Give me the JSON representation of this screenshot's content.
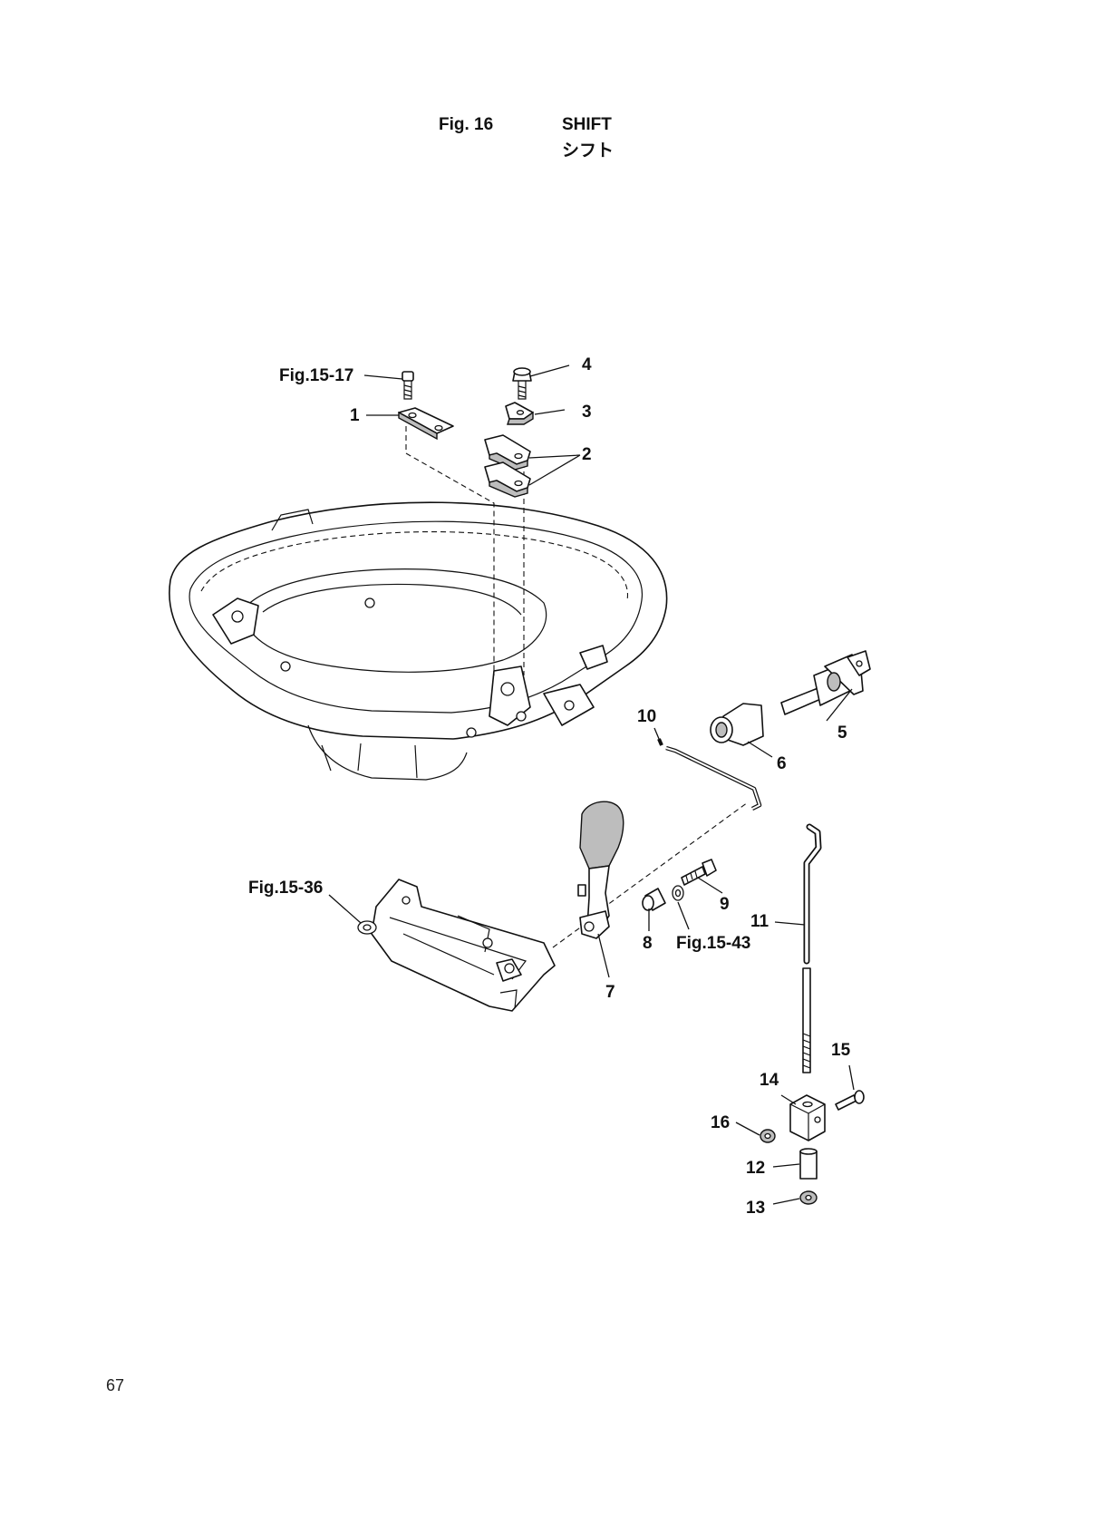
{
  "header": {
    "fig_label": "Fig. 16",
    "title_en": "SHIFT",
    "title_jp": "シフト"
  },
  "page_number": "67",
  "callouts": {
    "ref_15_17": "Fig.15-17",
    "ref_15_36": "Fig.15-36",
    "ref_15_43": "Fig.15-43",
    "p1": "1",
    "p2": "2",
    "p3": "3",
    "p4": "4",
    "p5": "5",
    "p6": "6",
    "p7": "7",
    "p8": "8",
    "p9": "9",
    "p10": "10",
    "p11": "11",
    "p12": "12",
    "p13": "13",
    "p14": "14",
    "p15": "15",
    "p16": "16"
  }
}
